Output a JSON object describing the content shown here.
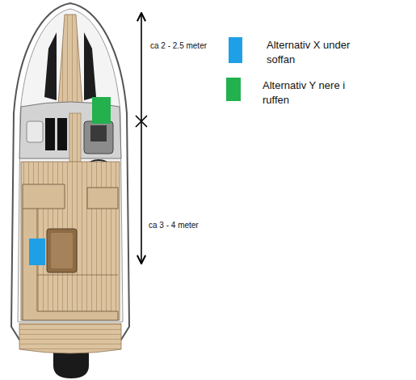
{
  "diagram": {
    "labels": [
      "ca 2 - 2.5 meter",
      "ca 3 - 4 meter"
    ],
    "legend": [
      {
        "text": "Alternativ X under soffan",
        "color": "#1e9fe6"
      },
      {
        "text": "Alternativ Y nere i ruffen",
        "color": "#22b14c"
      }
    ]
  }
}
